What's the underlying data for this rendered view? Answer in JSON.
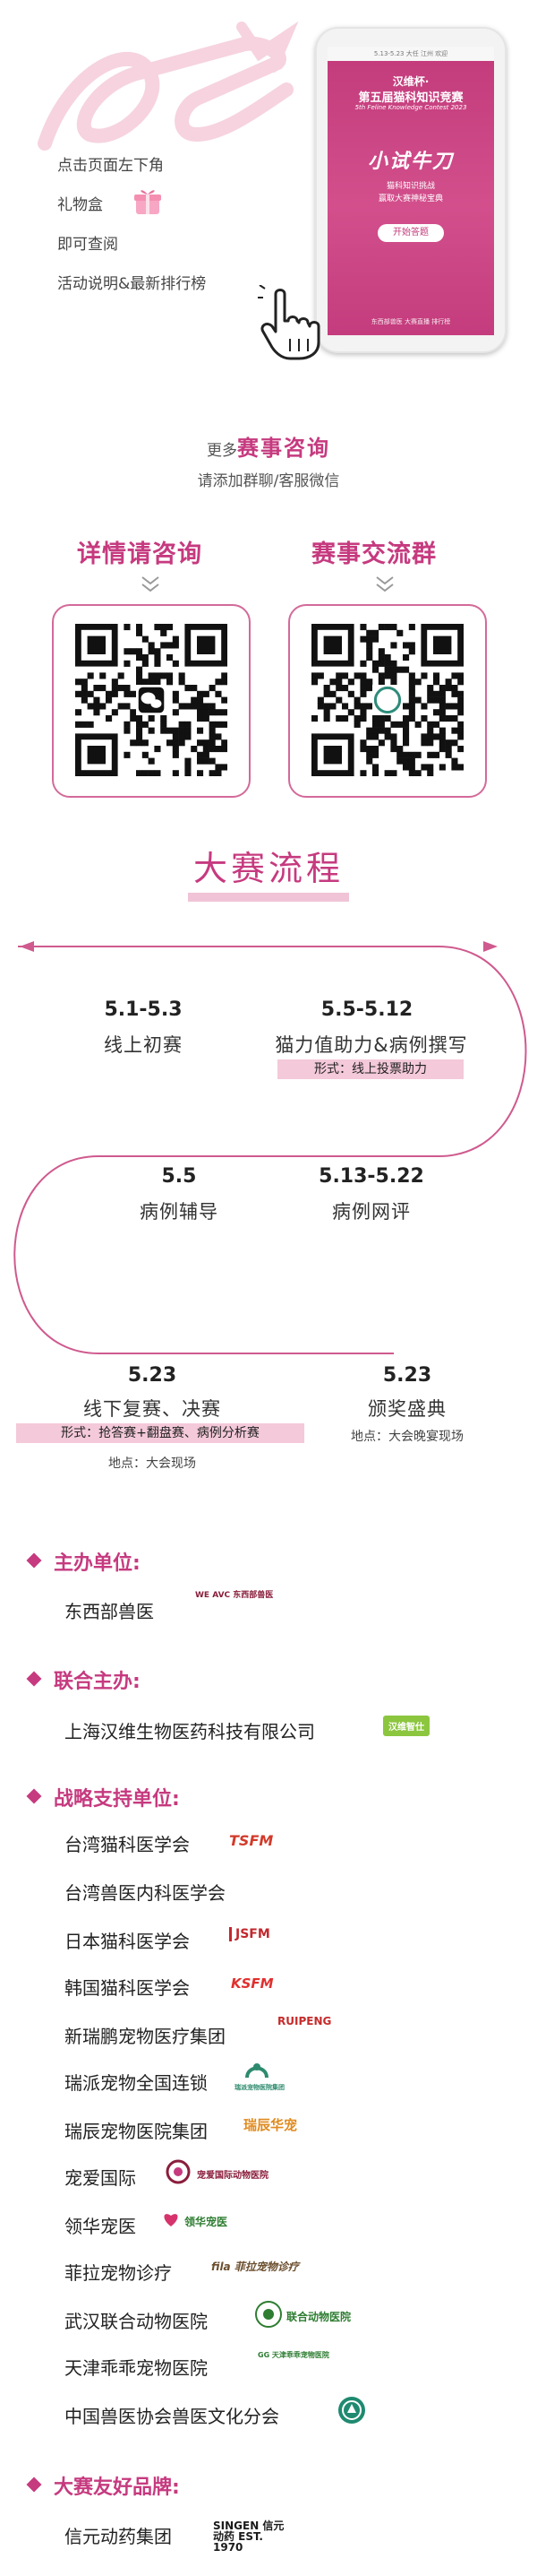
{
  "hero": {
    "intro_lines": [
      "点击页面左下角",
      "礼物盒",
      "即可查阅",
      "活动说明&最新排行榜"
    ],
    "phone": {
      "status": "5.13-5.23 大任 江州 欢迎",
      "event_line1": "汉维杯·",
      "event_line2": "第五届猫科知识竞赛",
      "event_sub": "5th Feline Knowledge Contest 2023",
      "slogan": "小试牛刀",
      "tagline1": "猫科知识挑战",
      "tagline2": "赢取大赛神秘宝典",
      "button": "开始答题",
      "footer": "东西部兽医 大赛直播 排行榜"
    }
  },
  "consult": {
    "line1_prefix": "更多",
    "line1_highlight": "赛事咨询",
    "line2": "请添加群聊/客服微信",
    "qr_left_title": "详情请咨询",
    "qr_right_title": "赛事交流群"
  },
  "flow": {
    "title": "大赛流程",
    "steps": [
      {
        "date": "5.1-5.3",
        "name": "线上初赛"
      },
      {
        "date": "5.5-5.12",
        "name": "猫力值助力&病例撰写",
        "tag": "形式：线上投票助力"
      },
      {
        "date": "5.5",
        "name": "病例辅导"
      },
      {
        "date": "5.13-5.22",
        "name": "病例网评"
      },
      {
        "date": "5.23",
        "name": "线下复赛、决赛",
        "tag": "形式：抢答赛+翻盘赛、病例分析赛",
        "loc": "地点：大会现场"
      },
      {
        "date": "5.23",
        "name": "颁奖盛典",
        "loc": "地点：大会晚宴现场"
      }
    ]
  },
  "sponsors": {
    "organizer": {
      "label": "主办单位:",
      "name": "东西部兽医",
      "logo": "WE AVC 东西部兽医"
    },
    "co_organizer": {
      "label": "联合主办:",
      "name": "上海汉维生物医药科技有限公司",
      "logo": "汉维智仕"
    },
    "strategic": {
      "label": "战略支持单位:",
      "items": [
        {
          "name": "台湾猫科医学会",
          "logo": "TSFM"
        },
        {
          "name": "台湾兽医内科医学会",
          "logo": ""
        },
        {
          "name": "日本猫科医学会",
          "logo": "JSFM"
        },
        {
          "name": "韩国猫科医学会",
          "logo": "KSFM"
        },
        {
          "name": "新瑞鹏宠物医疗集团",
          "logo": "RUIPENG"
        },
        {
          "name": "瑞派宠物全国连锁",
          "logo": "瑞派宠物医院集团"
        },
        {
          "name": "瑞辰宠物医院集团",
          "logo": "瑞辰华宠"
        },
        {
          "name": "宠爱国际",
          "logo": "宠爱国际动物医院"
        },
        {
          "name": "领华宠医",
          "logo": "领华宠医"
        },
        {
          "name": "菲拉宠物诊疗",
          "logo": "fila 菲拉宠物诊疗"
        },
        {
          "name": "武汉联合动物医院",
          "logo": "联合动物医院"
        },
        {
          "name": "天津乖乖宠物医院",
          "logo": "GG 天津乖乖宠物医院"
        },
        {
          "name": "中国兽医协会兽医文化分会",
          "logo": ""
        }
      ]
    },
    "friends": {
      "label": "大赛友好品牌:",
      "name": "信元动药集团",
      "logo": "SINGEN 信元动药 EST. 1970"
    }
  },
  "colors": {
    "accent": "#c63a7f",
    "tag_bg": "#f4c9d9",
    "line": "#cf5a8e"
  }
}
